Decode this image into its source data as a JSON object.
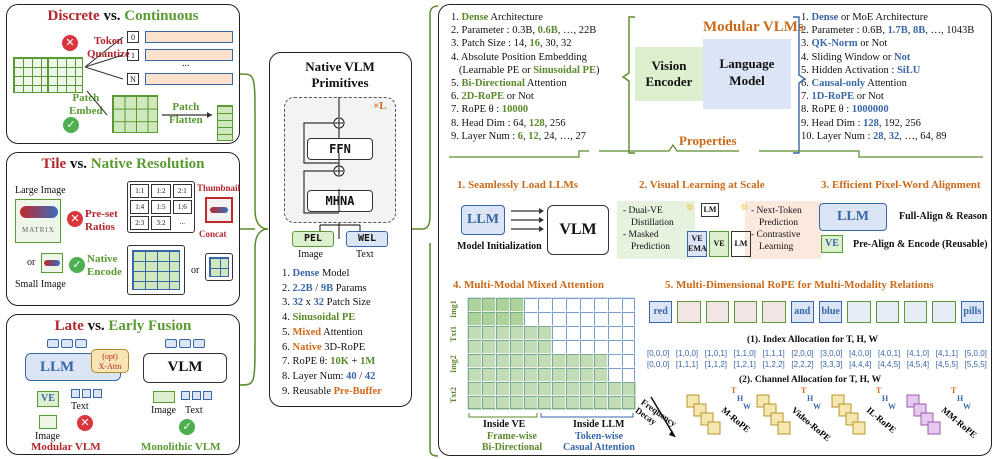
{
  "discrete": {
    "t1": "Discrete",
    "vs": "vs.",
    "t2": "Continuous",
    "token": "Token",
    "quantize": "Quantize",
    "patch": "Patch",
    "embed": "Embed",
    "patch2": "Patch",
    "flatten": "Flatten",
    "q0": "0",
    "q1": "1",
    "qn": "N",
    "dots": "..."
  },
  "tile": {
    "t1": "Tile",
    "vs": "vs.",
    "t2": "Native Resolution",
    "large": "Large Image",
    "small": "Small Image",
    "preset": "Pre-set",
    "ratios": "Ratios",
    "native": "Native",
    "encode": "Encode",
    "thumb": "Thumbnail",
    "concat": "Concat",
    "or1": "or",
    "or2": "or",
    "ratios_grid": [
      "1:1",
      "1:2",
      "2:1",
      "1:4",
      "1:5",
      "1:6",
      "2:3",
      "3:2",
      "..."
    ]
  },
  "fusion": {
    "t1": "Late",
    "vs": "vs.",
    "t2": "Early Fusion",
    "llm": "LLM",
    "opt": "(opt)",
    "xattn": "X-Attn",
    "ve": "VE",
    "text": "Text",
    "image": "Image",
    "vlm": "VLM",
    "image2": "Image",
    "text2": "Text",
    "modular": "Modular VLM",
    "mono": "Monolithic VLM"
  },
  "native": {
    "title1": "Native VLM",
    "title2": "Primitives",
    "xl": "×L",
    "ffn": "FFN",
    "mhna": "MHNA",
    "pel": "PEL",
    "wel": "WEL",
    "img": "Image",
    "txt": "Text",
    "items": [
      [
        {
          "t": "1. "
        },
        {
          "t": "Dense",
          "c": "blue"
        },
        {
          "t": " Model"
        }
      ],
      [
        {
          "t": "2. "
        },
        {
          "t": "2.2B",
          "c": "blue"
        },
        {
          "t": " / "
        },
        {
          "t": "9B",
          "c": "blue"
        },
        {
          "t": " Params"
        }
      ],
      [
        {
          "t": "3. "
        },
        {
          "t": "32",
          "c": "blue"
        },
        {
          "t": " x "
        },
        {
          "t": "32",
          "c": "blue"
        },
        {
          "t": " Patch Size"
        }
      ],
      [
        {
          "t": "4. "
        },
        {
          "t": "Sinusoidal PE",
          "c": "olive"
        }
      ],
      [
        {
          "t": "5. "
        },
        {
          "t": "Mixed",
          "c": "orange"
        },
        {
          "t": " Attention"
        }
      ],
      [
        {
          "t": "6. "
        },
        {
          "t": "Native",
          "c": "orange"
        },
        {
          "t": " 3D-RoPE"
        }
      ],
      [
        {
          "t": "7. RoPE θ: "
        },
        {
          "t": "10K",
          "c": "olive"
        },
        {
          "t": " + "
        },
        {
          "t": "1M",
          "c": "olive"
        }
      ],
      [
        {
          "t": "8. Layer Num: "
        },
        {
          "t": "40",
          "c": "blue"
        },
        {
          "t": " / "
        },
        {
          "t": "42",
          "c": "blue"
        }
      ],
      [
        {
          "t": "9. Reusable "
        },
        {
          "t": "Pre-Buffer",
          "c": "orange"
        }
      ]
    ]
  },
  "modular": {
    "title": "Modular VLMs",
    "vision": "Vision",
    "encoder": "Encoder",
    "language": "Language",
    "model": "Model",
    "properties": "Properties",
    "left": [
      [
        {
          "t": "1. "
        },
        {
          "t": "Dense",
          "c": "olive"
        },
        {
          "t": " Architecture"
        }
      ],
      [
        {
          "t": "2. Parameter : 0.3B, "
        },
        {
          "t": "0.6B",
          "c": "olive"
        },
        {
          "t": ", …, 22B"
        }
      ],
      [
        {
          "t": "3. Patch Size : 14, "
        },
        {
          "t": "16",
          "c": "olive"
        },
        {
          "t": ", 30, 32"
        }
      ],
      [
        {
          "t": "4. Absolute Position Embedding"
        }
      ],
      [
        {
          "t": "   (Learnable PE or "
        },
        {
          "t": "Sinusoidal PE",
          "c": "olive"
        },
        {
          "t": ")"
        }
      ],
      [
        {
          "t": "5. "
        },
        {
          "t": "Bi-Directional",
          "c": "olive"
        },
        {
          "t": " Attention"
        }
      ],
      [
        {
          "t": "6. "
        },
        {
          "t": "2D-RoPE",
          "c": "olive"
        },
        {
          "t": " or Not"
        }
      ],
      [
        {
          "t": "7. RoPE θ : "
        },
        {
          "t": "10000",
          "c": "olive"
        }
      ],
      [
        {
          "t": "8. Head Dim : 64, "
        },
        {
          "t": "128",
          "c": "olive"
        },
        {
          "t": ", 256"
        }
      ],
      [
        {
          "t": "9. Layer Num : "
        },
        {
          "t": "6",
          "c": "olive"
        },
        {
          "t": ", "
        },
        {
          "t": "12",
          "c": "olive"
        },
        {
          "t": ", 24, …, 27"
        }
      ]
    ],
    "right": [
      [
        {
          "t": "1. "
        },
        {
          "t": "Dense",
          "c": "blue"
        },
        {
          "t": " or MoE Architecture"
        }
      ],
      [
        {
          "t": "2. Parameter : 0.6B, "
        },
        {
          "t": "1.7B",
          "c": "blue"
        },
        {
          "t": ", "
        },
        {
          "t": "8B",
          "c": "blue"
        },
        {
          "t": ", …, 1043B"
        }
      ],
      [
        {
          "t": "3. "
        },
        {
          "t": "QK-Norm",
          "c": "blue"
        },
        {
          "t": " or Not"
        }
      ],
      [
        {
          "t": "4. Sliding Window or "
        },
        {
          "t": "Not",
          "c": "blue"
        }
      ],
      [
        {
          "t": "5. Hidden Activation : "
        },
        {
          "t": "SiLU",
          "c": "blue"
        }
      ],
      [
        {
          "t": "6. "
        },
        {
          "t": "Causal-only",
          "c": "blue"
        },
        {
          "t": " Attention"
        }
      ],
      [
        {
          "t": "7. "
        },
        {
          "t": "1D-RoPE",
          "c": "blue"
        },
        {
          "t": " or Not"
        }
      ],
      [
        {
          "t": "8. RoPE θ : "
        },
        {
          "t": "1000000",
          "c": "blue"
        }
      ],
      [
        {
          "t": "9. Head Dim : "
        },
        {
          "t": "128",
          "c": "blue"
        },
        {
          "t": ", 192, 256"
        }
      ],
      [
        {
          "t": "10. Layer Num : "
        },
        {
          "t": "28",
          "c": "blue"
        },
        {
          "t": ", "
        },
        {
          "t": "32",
          "c": "blue"
        },
        {
          "t": ", …, 64, 89"
        }
      ]
    ]
  },
  "p1": {
    "title": "1. Seamlessly Load LLMs",
    "llm": "LLM",
    "vlm": "VLM",
    "init": "Model Initialization"
  },
  "p2": {
    "title": "2. Visual Learning at Scale",
    "l1": "- Dual-VE",
    "l2": "Distillation",
    "l3": "- Masked",
    "l4": "Prediction",
    "r1": "- Next-Token",
    "r2": "Prediction",
    "r3": "- Contrastive",
    "r4": "Learning",
    "lm": "LM",
    "ve1": "VE",
    "ema": "EMA",
    "ve2": "VE",
    "lm2": "LM"
  },
  "p3": {
    "title": "3. Efficient Pixel-Word Alignment",
    "llm": "LLM",
    "full": "Full-Align & Reason",
    "ve": "VE",
    "pre": "Pre-Align & Encode (Reusable)"
  },
  "p4": {
    "title": "4. Multi-Modal Mixed Attention",
    "rows": [
      "Img1",
      "Txt1",
      "Img2",
      "Txt2"
    ],
    "invelabel": "Inside VE",
    "inllmlabel": "Inside LLM",
    "fw": "Frame-wise",
    "bi": "Bi-Directional",
    "tw": "Token-wise",
    "ca": "Casual Attention"
  },
  "p5": {
    "title": "5. Multi-Dimensional RoPE for Multi-Modality Relations",
    "red": "red",
    "and": "and",
    "blue": "blue",
    "pills": "pills",
    "idx_title": "(1). Index Allocation for T, H, W",
    "row1": [
      "[0,0,0]",
      "[1,0,0]",
      "[1,0,1]",
      "[1,1,0]",
      "[1,1,1]",
      "[2,0,0]",
      "[3,0,0]",
      "[4,0,0]",
      "[4,0,1]",
      "[4,1,0]",
      "[4,1,1]",
      "[5,0,0]"
    ],
    "row2": [
      "[0,0,0]",
      "[1,1,1]",
      "[1,1,2]",
      "[1,2,1]",
      "[1,2,2]",
      "[2,2,2]",
      "[3,3,3]",
      "[4,4,4]",
      "[4,4,5]",
      "[4,5,4]",
      "[4,5,5]",
      "[5,5,5]"
    ],
    "ch_title": "(2). Channel Allocation for T, H, W",
    "freq": "Frequency",
    "decay": "Decay",
    "m1": "M-RoPE",
    "m2": "Video-RoPE",
    "m3": "IL-RoPE",
    "m4": "MM-RoPE",
    "t": "T",
    "h": "H",
    "w": "W"
  }
}
